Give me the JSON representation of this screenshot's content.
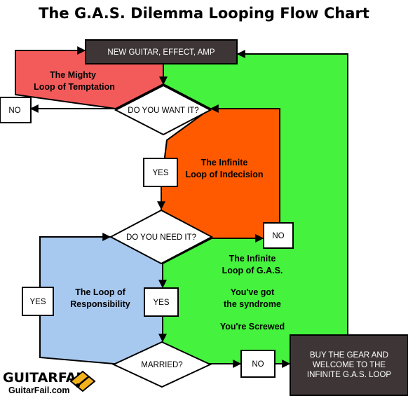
{
  "title": "The G.A.S. Dilemma Looping Flow Chart",
  "nodes": {
    "start": "NEW GUITAR, EFFECT, AMP",
    "want": "DO YOU WANT IT?",
    "need": "DO YOU NEED IT?",
    "married": "MARRIED?",
    "no_left": "NO",
    "yes_want": "YES",
    "no_need": "NO",
    "yes_need": "YES",
    "yes_left": "YES",
    "no_married": "NO",
    "end_line1": "BUY THE GEAR AND",
    "end_line2": "WELCOME TO THE",
    "end_line3": "INFINITE G.A.S. LOOP"
  },
  "loops": {
    "temptation_line1": "The Mighty",
    "temptation_line2": "Loop of Temptation",
    "indecision_line1": "The Infinite",
    "indecision_line2": "Loop of Indecision",
    "responsibility_line1": "The Loop of",
    "responsibility_line2": "Responsibility",
    "gas_line1": "The Infinite",
    "gas_line2": "Loop of G.A.S.",
    "gas_line3": "You've got",
    "gas_line4": "the syndrome",
    "gas_line5": "You're Screwed"
  },
  "brand": {
    "name": "GUITARFAIL",
    "url": "GuitarFail.com"
  },
  "colors": {
    "temptation": "#f35b5b",
    "indecision": "#ff5a00",
    "responsibility": "#a7c8ef",
    "gas": "#45f23d",
    "dark_box": "#3e3636"
  }
}
